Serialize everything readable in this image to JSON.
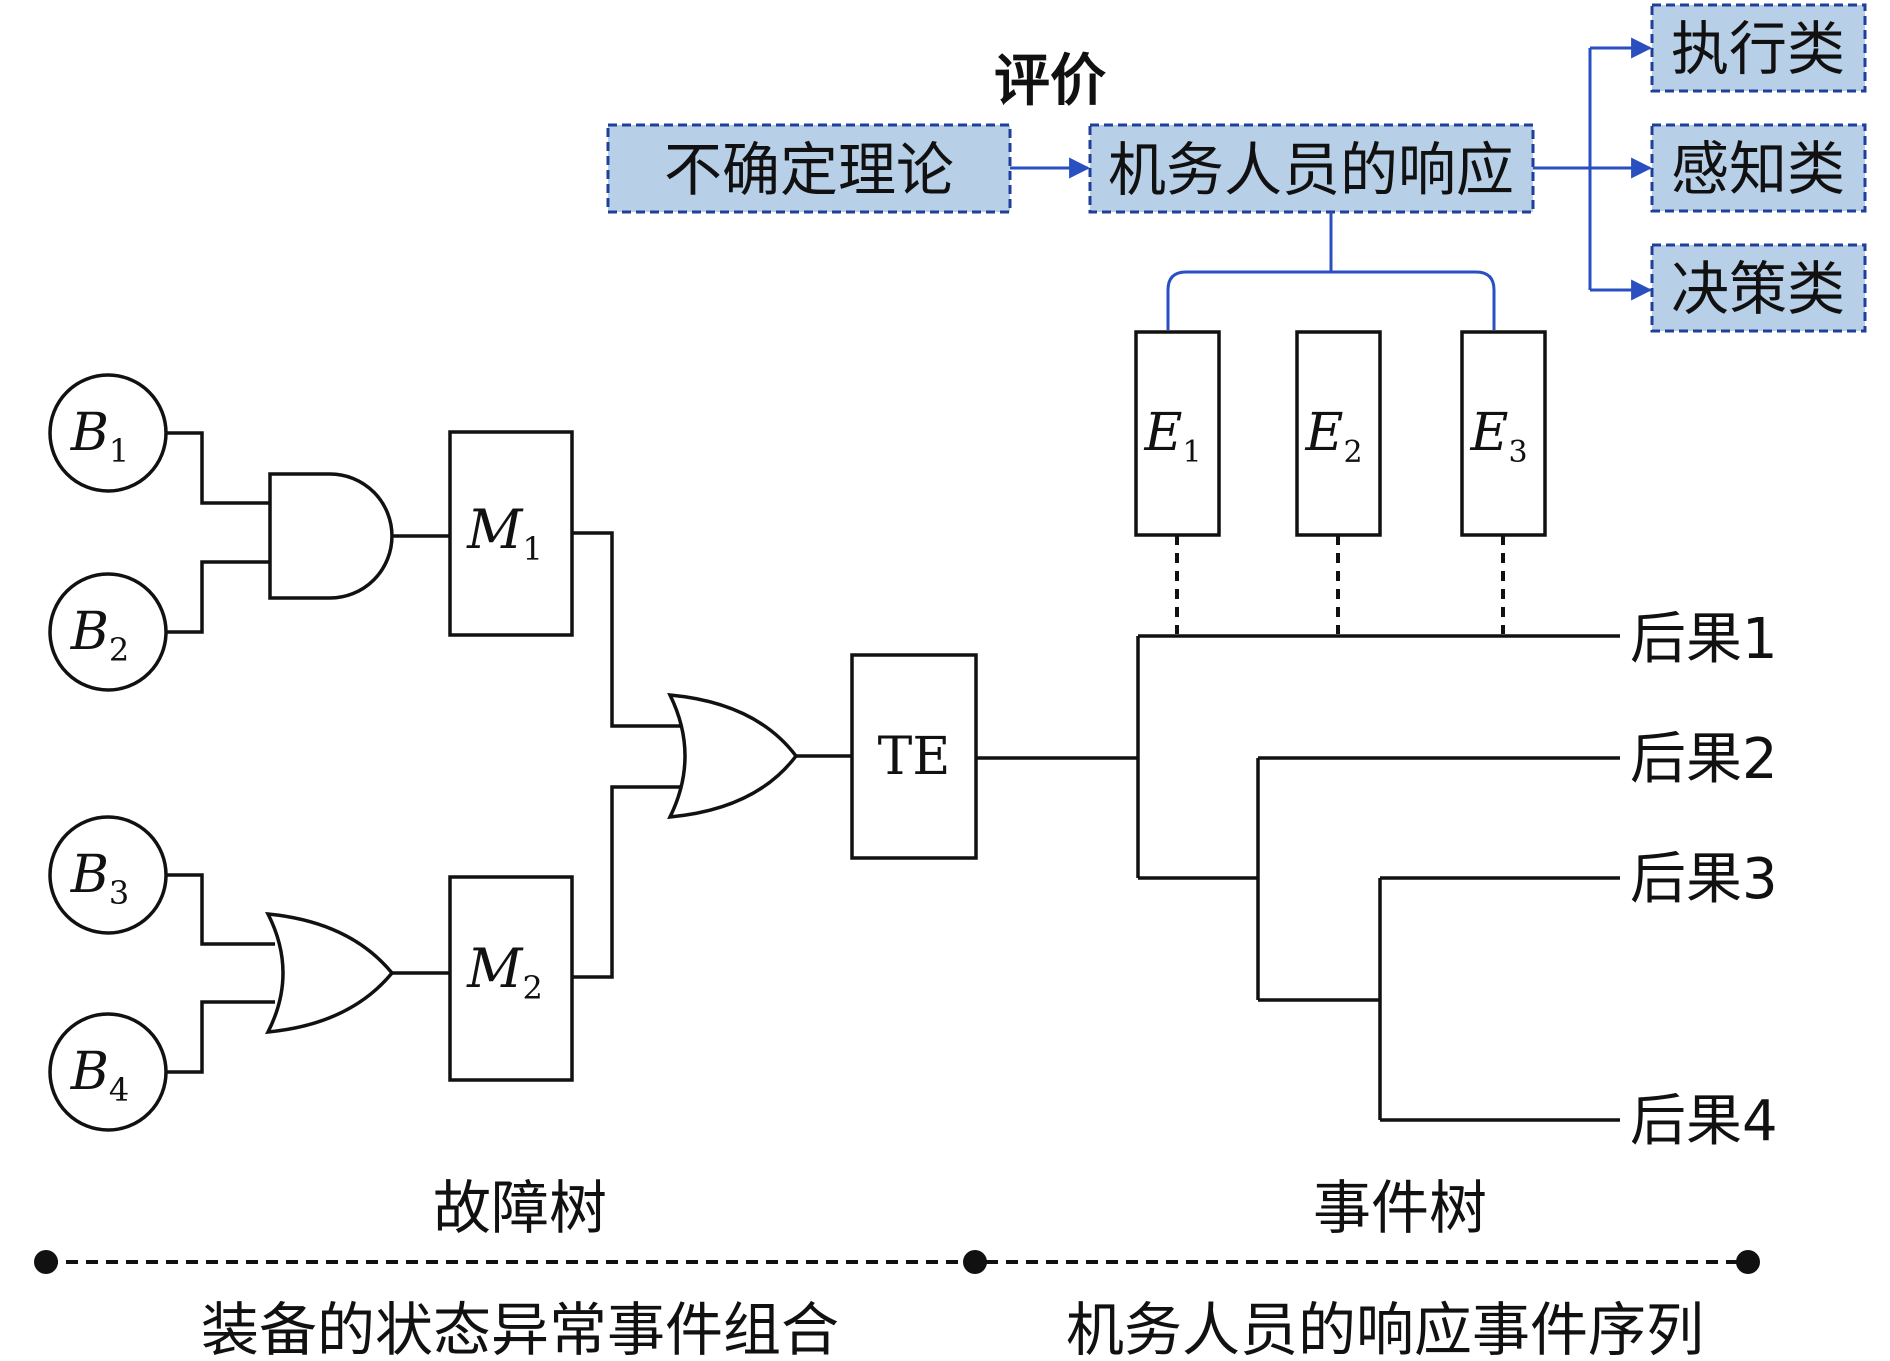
{
  "top": {
    "evaluation_label": "评价",
    "uncertainty_theory": "不确定理论",
    "crew_response": "机务人员的响应",
    "categories": [
      "执行类",
      "感知类",
      "决策类"
    ]
  },
  "basic_events": [
    {
      "letter": "B",
      "sub": "1"
    },
    {
      "letter": "B",
      "sub": "2"
    },
    {
      "letter": "B",
      "sub": "3"
    },
    {
      "letter": "B",
      "sub": "4"
    }
  ],
  "intermediate_events": [
    {
      "letter": "M",
      "sub": "1"
    },
    {
      "letter": "M",
      "sub": "2"
    }
  ],
  "top_event": "TE",
  "response_events": [
    {
      "letter": "E",
      "sub": "1"
    },
    {
      "letter": "E",
      "sub": "2"
    },
    {
      "letter": "E",
      "sub": "3"
    }
  ],
  "consequences": [
    "后果1",
    "后果2",
    "后果3",
    "后果4"
  ],
  "section_labels": {
    "fault_tree": "故障树",
    "event_tree": "事件树",
    "left_caption": "装备的状态异常事件组合",
    "right_caption": "机务人员的响应事件序列"
  },
  "colors": {
    "accent_fill": "#b8cfe8",
    "accent_border": "#1f3f9a",
    "connector_blue": "#2a4fc0",
    "line": "#111111"
  }
}
